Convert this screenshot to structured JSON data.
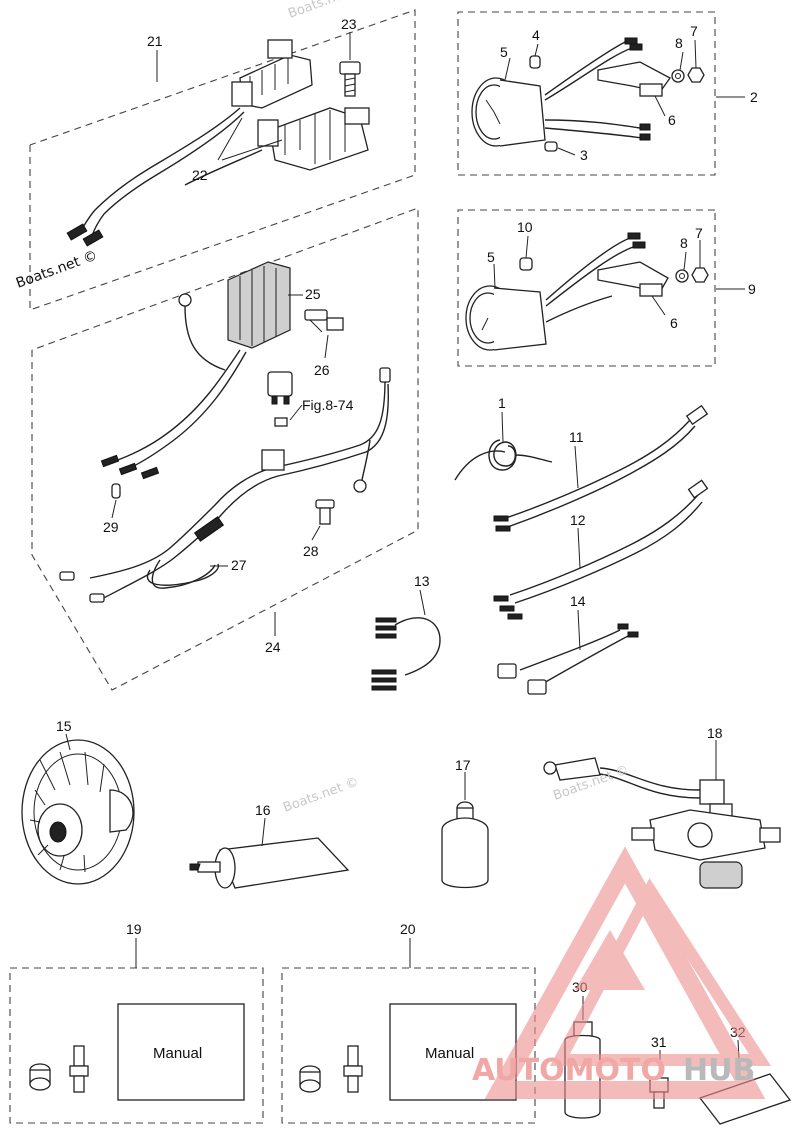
{
  "watermark": {
    "faint_text": "Boats.net ©",
    "dark_text": "Boats.net ©"
  },
  "parts": {
    "p1": "1",
    "p2": "2",
    "p3": "3",
    "p4": "4",
    "p5a": "5",
    "p5b": "5",
    "p6a": "6",
    "p6b": "6",
    "p7a": "7",
    "p7b": "7",
    "p8a": "8",
    "p8b": "8",
    "p9": "9",
    "p10": "10",
    "p11": "11",
    "p12": "12",
    "p13": "13",
    "p14": "14",
    "p15": "15",
    "p16": "16",
    "p17": "17",
    "p18": "18",
    "p19": "19",
    "p20": "20",
    "p21": "21",
    "p22": "22",
    "p23": "23",
    "p24": "24",
    "p25": "25",
    "p26": "26",
    "p27": "27",
    "p28": "28",
    "p29": "29",
    "p30": "30",
    "p31": "31",
    "p32": "32"
  },
  "figure_ref": "Fig.8-74",
  "manual_label_a": "Manual",
  "manual_label_b": "Manual",
  "logo": {
    "part1": "AUTOMOTO",
    "part2": "HUB",
    "color_primary": "#f2a7a7",
    "color_secondary": "#b9b9b9"
  }
}
